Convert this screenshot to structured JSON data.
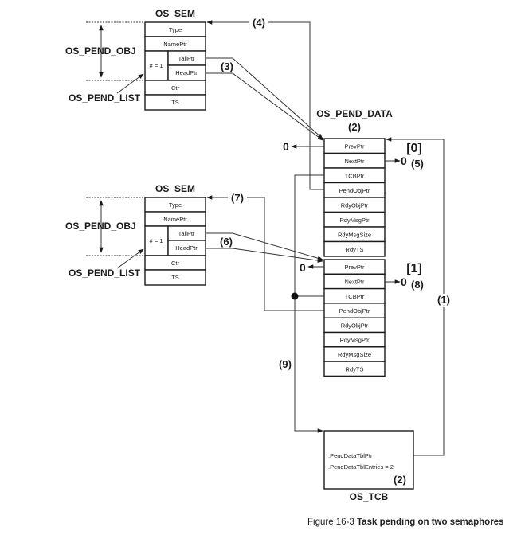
{
  "figure": {
    "caption_prefix": "Figure 16-3 ",
    "caption_title": "Task pending on two semaphores"
  },
  "semaphores": [
    {
      "title": "OS_SEM",
      "fields": [
        "Type",
        "NamePtr",
        "Ctr",
        "TS"
      ],
      "pend_list": {
        "count_label": "# = 1",
        "tail": "TailPtr",
        "head": "HeadPtr"
      },
      "bracket_label": "OS_PEND_OBJ",
      "list_label": "OS_PEND_LIST",
      "obj_arrow_label": "(4)",
      "list_arrow_label": "(3)"
    },
    {
      "title": "OS_SEM",
      "fields": [
        "Type",
        "NamePtr",
        "Ctr",
        "TS"
      ],
      "pend_list": {
        "count_label": "# = 1",
        "tail": "TailPtr",
        "head": "HeadPtr"
      },
      "bracket_label": "OS_PEND_OBJ",
      "list_label": "OS_PEND_LIST",
      "obj_arrow_label": "(7)",
      "list_arrow_label": "(6)"
    }
  ],
  "pend_data": {
    "title": "OS_PEND_DATA",
    "title_ref": "(2)",
    "entries": [
      {
        "index": "[0]",
        "prev_null": "0",
        "next_null": "0",
        "next_ref": "(5)"
      },
      {
        "index": "[1]",
        "prev_null": "0",
        "next_null": "0",
        "next_ref": "(8)"
      }
    ],
    "fields": [
      "PrevPtr",
      "NextPtr",
      "TCBPtr",
      "PendObjPtr",
      "RdyObjPtr",
      "RdyMsgPtr",
      "RdyMsgSize",
      "RdyTS"
    ]
  },
  "tcb": {
    "title": "OS_TCB",
    "field_ptr": ".PendDataTblPtr",
    "field_entries": ".PendDataTblEntries = 2",
    "ref": "(2)"
  },
  "refs": {
    "tcb_link": "(1)",
    "tcbptr_link": "(9)"
  }
}
